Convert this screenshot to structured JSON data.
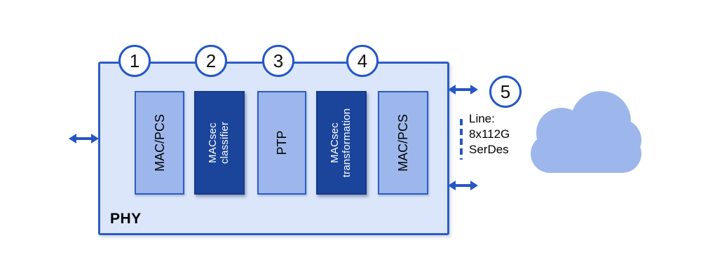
{
  "diagram": {
    "phy_label": "PHY",
    "blocks": [
      {
        "label": "MAC/PCS",
        "variant": "light"
      },
      {
        "label": "MACsec\nclassifier",
        "variant": "dark"
      },
      {
        "label": "PTP",
        "variant": "light"
      },
      {
        "label": "MACsec\ntransformation",
        "variant": "dark"
      },
      {
        "label": "MAC/PCS",
        "variant": "light"
      }
    ],
    "step_markers": [
      "1",
      "2",
      "3",
      "4",
      "5"
    ],
    "line_annotation": "Line:\n8x112G\nSerDes",
    "icons": {
      "cloud": "network-cloud-icon",
      "arrows": "bidirectional-arrow-icon"
    },
    "colors": {
      "container_fill": "#dbe6fa",
      "container_border": "#2e5cc5",
      "block_light_fill": "#9db7ec",
      "block_dark_fill": "#1b459b",
      "block_dark_text": "#ffffff",
      "arrow": "#2456c4",
      "circle_border": "#2457c5",
      "cloud_fill": "#9db7ec",
      "text": "#000000"
    }
  }
}
